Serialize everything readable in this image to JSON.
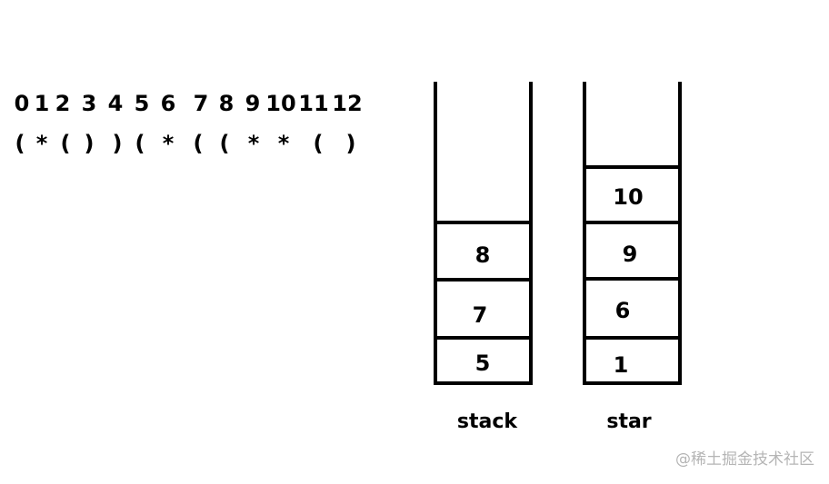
{
  "sequence": {
    "indices": [
      "0",
      "1",
      "2",
      "3",
      "4",
      "5",
      "6",
      "7",
      "8",
      "9",
      "10",
      "11",
      "12"
    ],
    "chars": [
      "(",
      "*",
      "(",
      ")",
      ")",
      "(",
      "*",
      "(",
      "(",
      "*",
      "*",
      "(",
      ")"
    ]
  },
  "stacks": [
    {
      "label": "stack",
      "items_bottom_to_top": [
        "5",
        "7",
        "8"
      ]
    },
    {
      "label": "star",
      "items_bottom_to_top": [
        "1",
        "6",
        "9",
        "10"
      ]
    }
  ],
  "watermark": "@稀土掘金技术社区"
}
